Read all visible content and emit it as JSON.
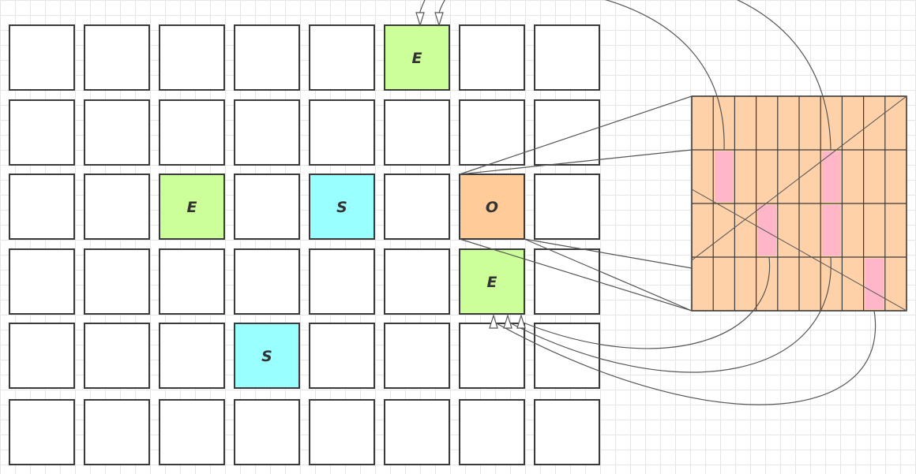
{
  "grid": {
    "rows": 6,
    "cols": 8,
    "cells": [
      {
        "row": 0,
        "col": 5,
        "label": "E",
        "state": "empty"
      },
      {
        "row": 2,
        "col": 2,
        "label": "E",
        "state": "empty"
      },
      {
        "row": 2,
        "col": 4,
        "label": "S",
        "state": "survivor"
      },
      {
        "row": 2,
        "col": 6,
        "label": "O",
        "state": "old"
      },
      {
        "row": 3,
        "col": 6,
        "label": "E",
        "state": "empty"
      },
      {
        "row": 4,
        "col": 3,
        "label": "S",
        "state": "survivor"
      }
    ]
  },
  "card_table": {
    "rows": 4,
    "cols": 10,
    "marked_cards": [
      {
        "row": 1,
        "col": 1
      },
      {
        "row": 1,
        "col": 6
      },
      {
        "row": 2,
        "col": 3
      },
      {
        "row": 2,
        "col": 6
      },
      {
        "row": 3,
        "col": 8
      }
    ]
  },
  "colors": {
    "empty": "#ccff99",
    "survivor": "#99ffff",
    "old": "#ffcc99",
    "card_table": "#ffd1a8",
    "marked_card": "#ffb6c9",
    "border": "#3a3a3a",
    "arrow": "#555555"
  }
}
